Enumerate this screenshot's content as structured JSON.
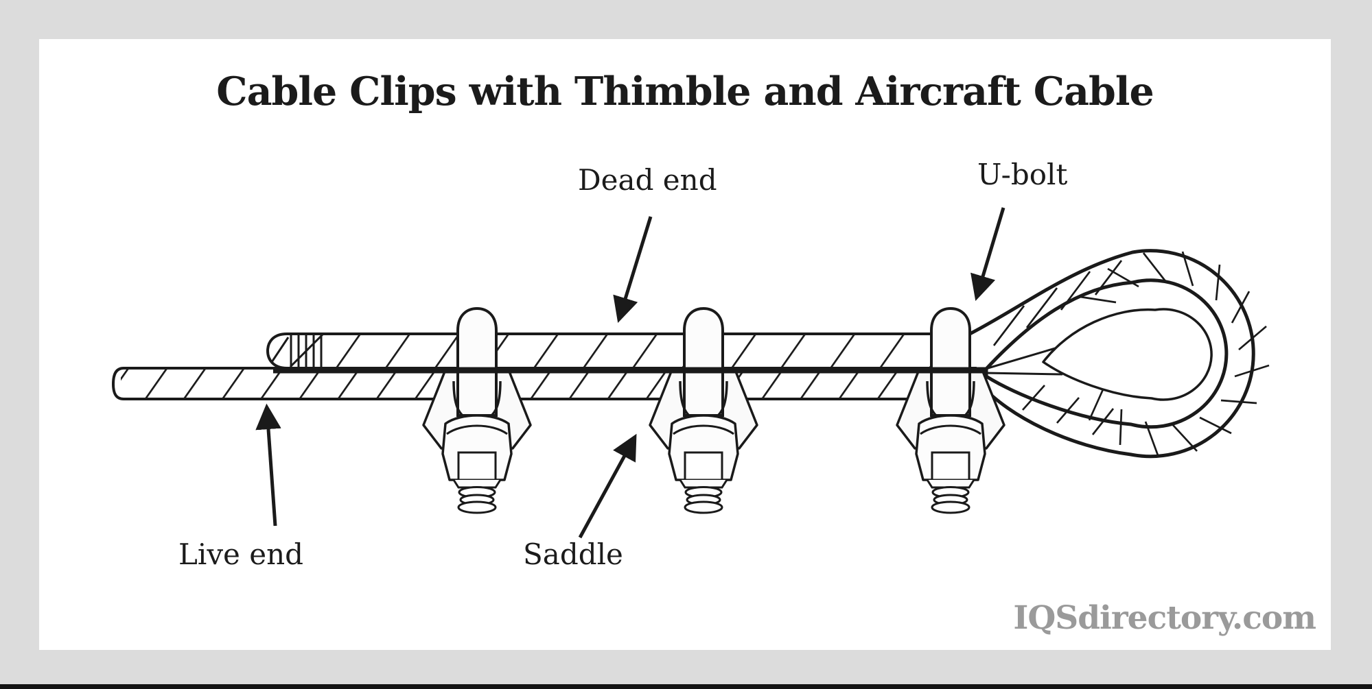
{
  "page": {
    "title": "Cable Clips with Thimble and Aircraft Cable",
    "watermark": "IQSdirectory.com"
  },
  "diagram": {
    "labels": {
      "dead_end": "Dead end",
      "u_bolt": "U-bolt",
      "live_end": "Live end",
      "saddle": "Saddle"
    }
  },
  "colors": {
    "frame": "#dcdcdc",
    "card": "#ffffff",
    "ink": "#1a1a1a",
    "watermark_gray": "#9a9a9a",
    "bottom_bar": "#141414"
  }
}
